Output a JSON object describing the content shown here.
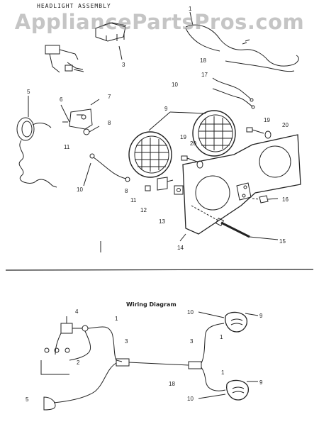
{
  "watermark": "AppliancePartsPros.com",
  "assembly_title": "HEADLIGHT ASSEMBLY",
  "wiring_title": "Wiring Diagram",
  "callouts": {
    "c1": "1",
    "c3": "3",
    "c5": "5",
    "c6": "6",
    "c7": "7",
    "c8a": "8",
    "c8b": "8",
    "c9": "9",
    "c10a": "10",
    "c10b": "10",
    "c11a": "11",
    "c11b": "11",
    "c12": "12",
    "c13": "13",
    "c14": "14",
    "c15": "15",
    "c16": "16",
    "c17": "17",
    "c18": "18",
    "c19a": "19",
    "c19b": "19",
    "c20a": "20",
    "c20b": "20"
  },
  "wiring_callouts": {
    "w4": "4",
    "w1a": "1",
    "w3a": "3",
    "w2": "2",
    "w5": "5",
    "w18": "18",
    "w3b": "3",
    "w1b": "1",
    "w1c": "1",
    "w10a": "10",
    "w10b": "10",
    "w9a": "9",
    "w9b": "9"
  }
}
